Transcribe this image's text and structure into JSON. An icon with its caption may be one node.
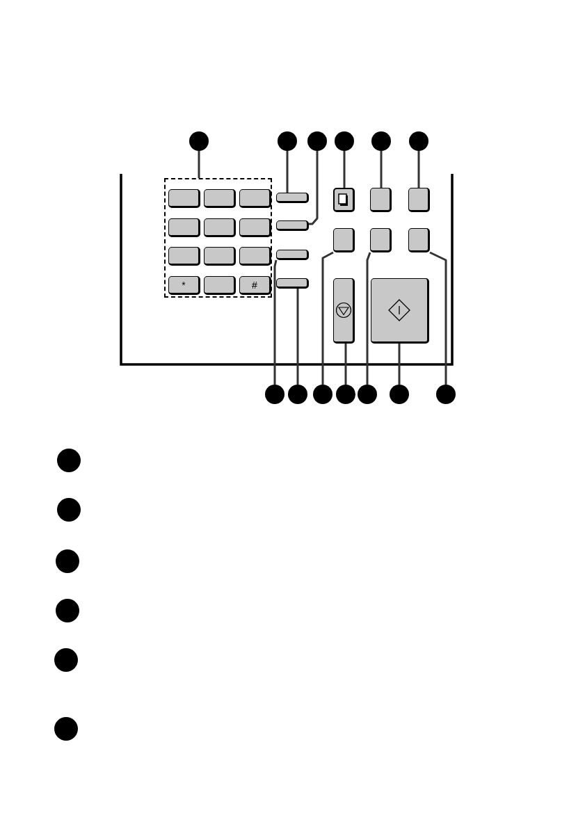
{
  "diagram": {
    "nodes": [
      {
        "text": [],
        "shape": "circle"
      },
      {
        "text": [],
        "shape": "circle"
      },
      {
        "text": [],
        "shape": "circle"
      },
      {
        "text": [],
        "shape": "circle"
      },
      {
        "text": [],
        "shape": "circle"
      },
      {
        "text": [],
        "shape": "circle"
      },
      {
        "text": [],
        "shape": "box"
      },
      {
        "text": [],
        "shape": "box",
        "in": 6
      },
      {
        "text": [],
        "shape": "box",
        "in": 6
      },
      {
        "text": [],
        "shape": "box",
        "in": 6
      },
      {
        "text": [],
        "shape": "box",
        "in": 6
      },
      {
        "text": [],
        "shape": "box",
        "in": 6
      },
      {
        "text": [],
        "shape": "box",
        "in": 6
      },
      {
        "text": [],
        "shape": "box",
        "in": 6
      },
      {
        "text": [],
        "shape": "box",
        "in": 6
      },
      {
        "text": [],
        "shape": "box",
        "in": 6
      },
      {
        "text": [
          "*"
        ],
        "in": 6
      },
      {
        "text": [],
        "shape": "box",
        "in": 6
      },
      {
        "text": [
          "#"
        ],
        "in": 6
      },
      {
        "text": [],
        "shape": "box"
      },
      {
        "text": [],
        "shape": "box"
      },
      {
        "text": [],
        "shape": "box"
      },
      {
        "text": [],
        "shape": "box"
      },
      {
        "text": [],
        "shape": "box"
      },
      {
        "text": [],
        "shape": "box"
      },
      {
        "text": [],
        "shape": "box"
      },
      {
        "text": [],
        "shape": "box"
      },
      {
        "text": [],
        "shape": "box"
      },
      {
        "text": [],
        "shape": "box"
      },
      {
        "text": [],
        "shape": "box"
      },
      {
        "text": [],
        "shape": "box"
      },
      {
        "text": [],
        "shape": "circle"
      },
      {
        "text": [],
        "shape": "circle"
      },
      {
        "text": [],
        "shape": "circle"
      },
      {
        "text": [],
        "shape": "circle"
      },
      {
        "text": [],
        "shape": "circle"
      },
      {
        "text": [],
        "shape": "circle"
      },
      {
        "text": [],
        "shape": "circle"
      },
      {
        "text": [],
        "shape": "circle"
      },
      {
        "text": [],
        "shape": "circle"
      },
      {
        "text": [],
        "shape": "circle"
      },
      {
        "text": [],
        "shape": "circle"
      },
      {
        "text": [],
        "shape": "circle"
      },
      {
        "text": [],
        "shape": "circle"
      }
    ],
    "edges": [
      {
        "from": 0,
        "to": 6,
        "arrow": "none"
      },
      {
        "from": 1,
        "to": 19,
        "arrow": "none"
      },
      {
        "from": 2,
        "to": 20,
        "arrow": "none"
      },
      {
        "from": 3,
        "to": 23,
        "arrow": "none"
      },
      {
        "from": 4,
        "to": 24,
        "arrow": "none"
      },
      {
        "from": 5,
        "to": 25,
        "arrow": "none"
      },
      {
        "from": 31,
        "to": 21,
        "arrow": "none"
      },
      {
        "from": 32,
        "to": 22,
        "arrow": "none"
      },
      {
        "from": 33,
        "to": 26,
        "arrow": "none"
      },
      {
        "from": 34,
        "to": 29,
        "arrow": "none"
      },
      {
        "from": 35,
        "to": 27,
        "arrow": "none"
      },
      {
        "from": 36,
        "to": 30,
        "arrow": "none"
      },
      {
        "from": 37,
        "to": 28,
        "arrow": "none"
      }
    ]
  }
}
